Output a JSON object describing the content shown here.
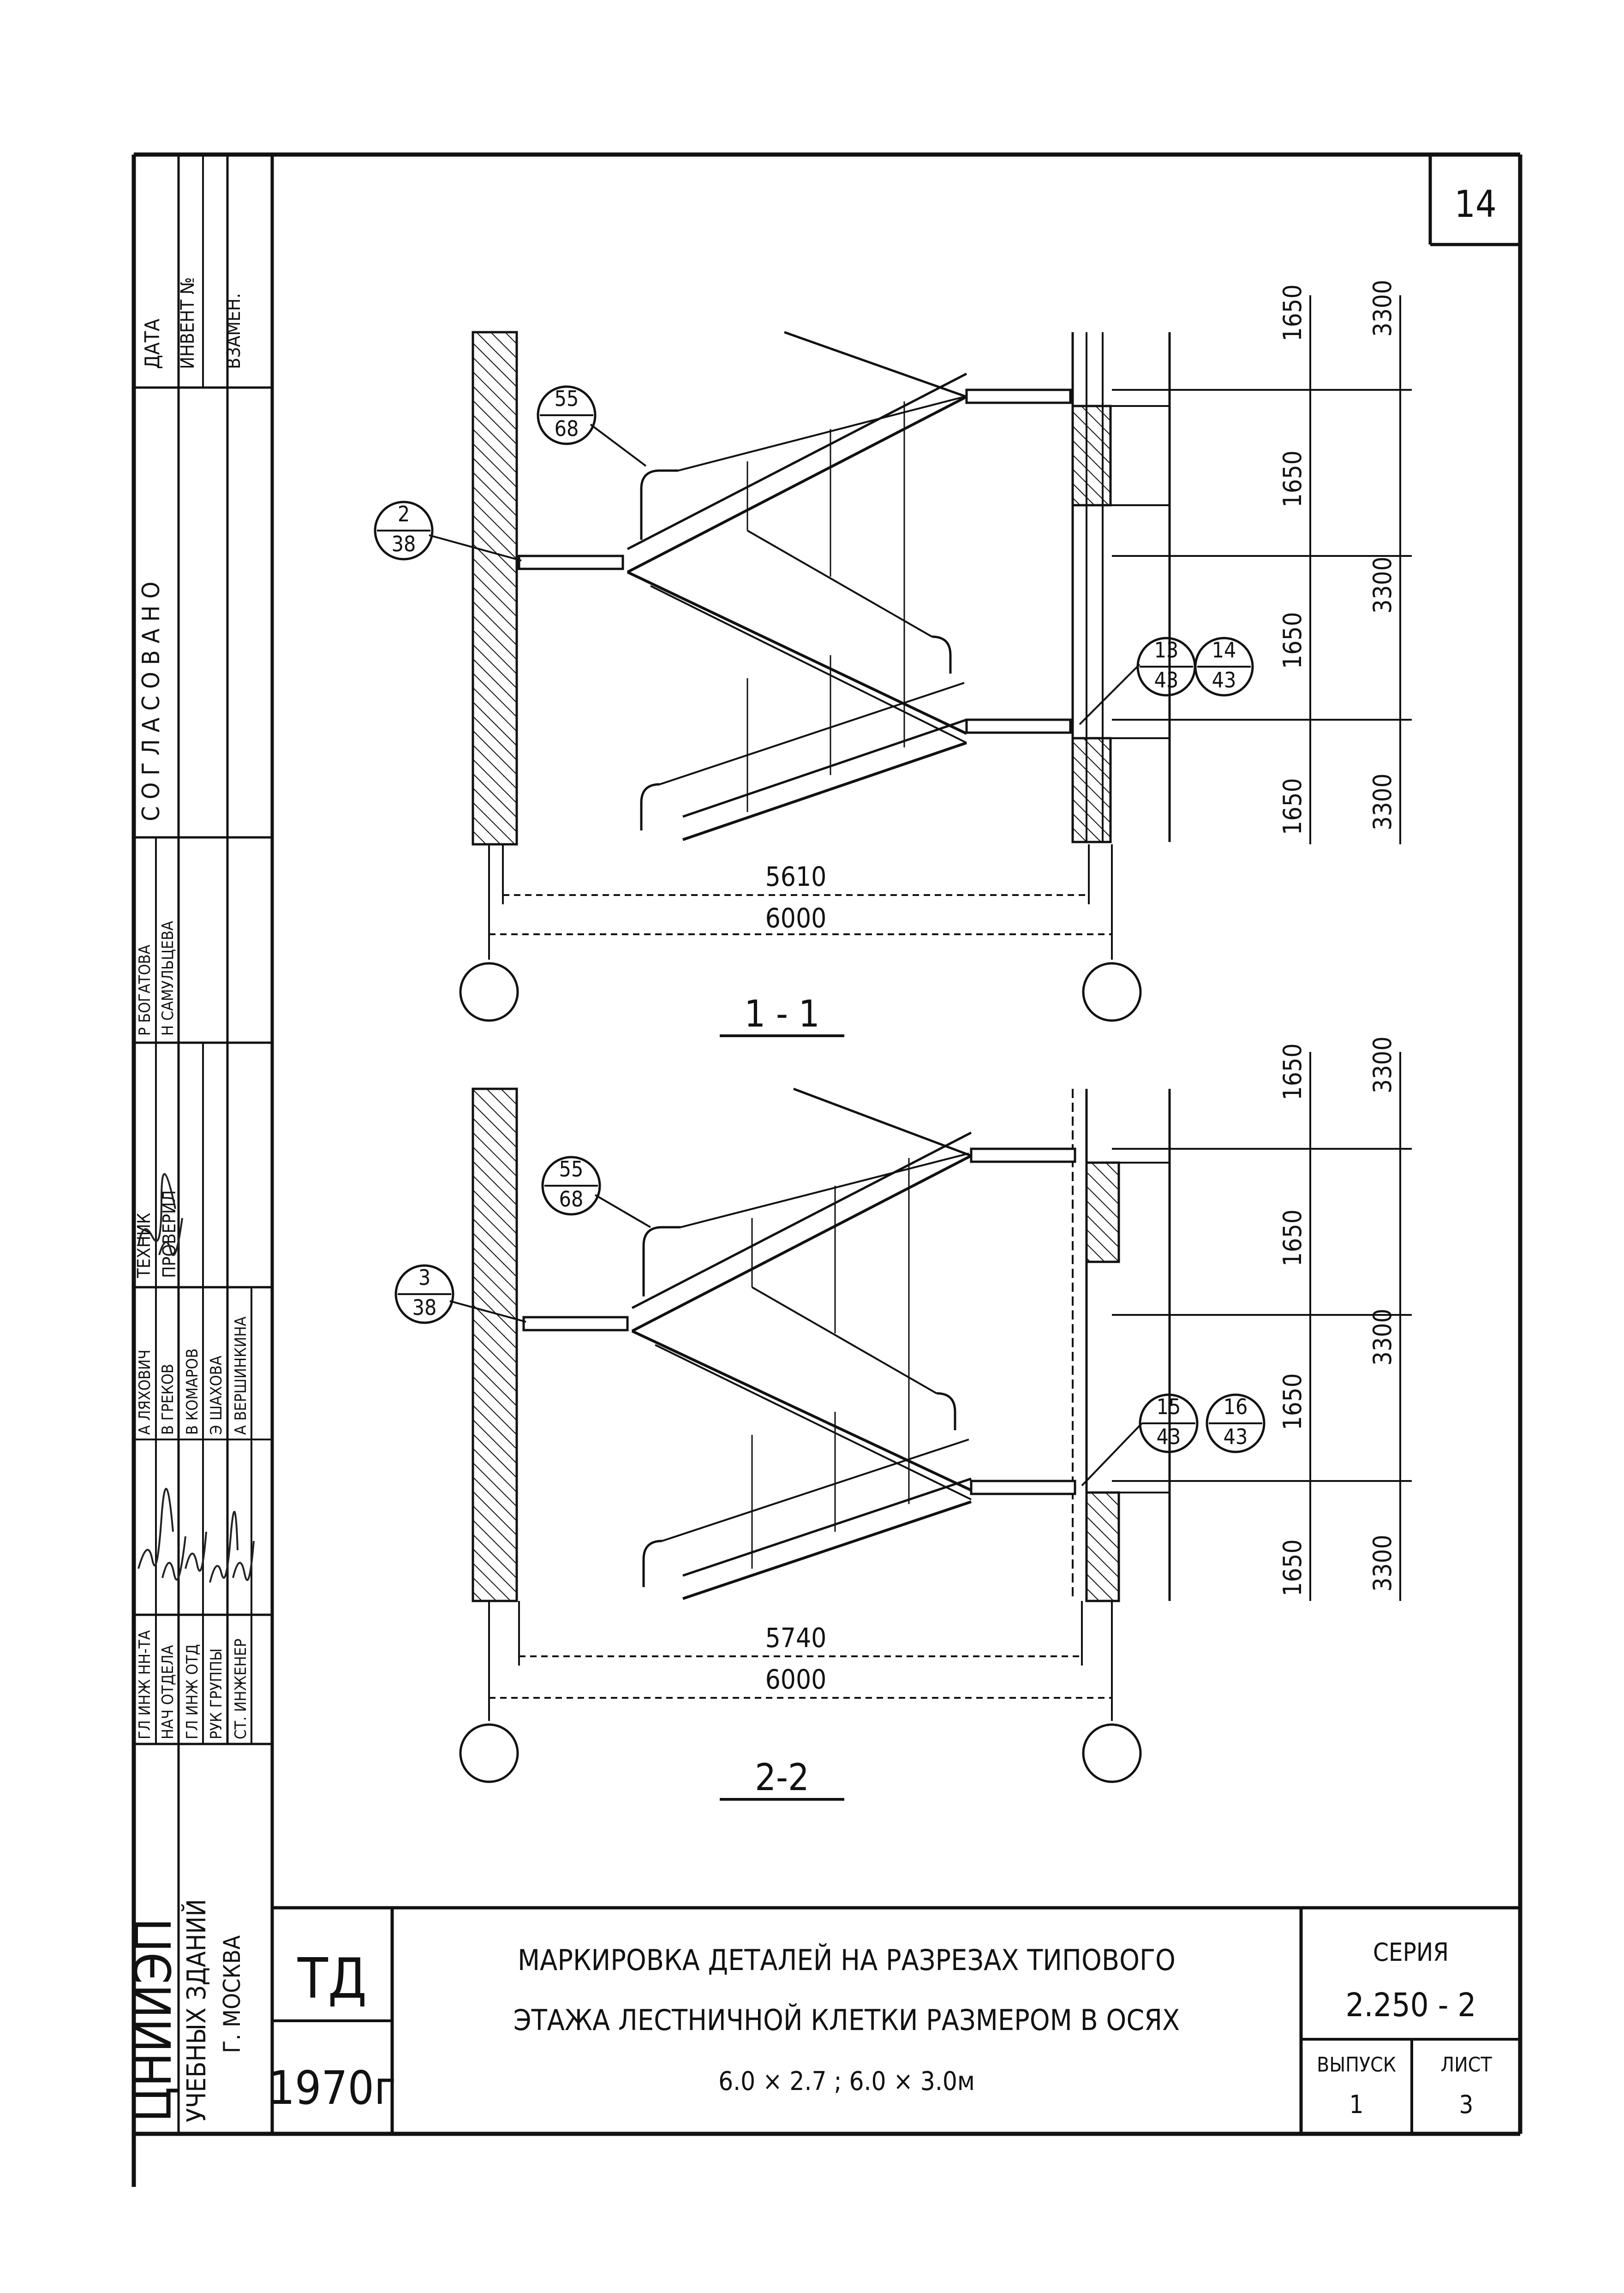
{
  "sheet_number": "14",
  "stamp": {
    "org_line1": "ЦНИИЭП",
    "org_line2": "УЧЕБНЫХ ЗДАНИЙ",
    "org_line3": "Г. МОСКВА",
    "roles": [
      "ГЛ ИНЖ НН-ТА",
      "НАЧ ОТДЕЛА",
      "ГЛ ИНЖ ОТД",
      "РУК ГРУППЫ",
      "СТ. ИНЖЕНЕР"
    ],
    "names": [
      "А ЛЯХОВИЧ",
      "В ГРЕКОВ",
      "В КОМАРОВ",
      "Э ШАХОВА",
      "А ВЕРШИНКИНА"
    ],
    "tech_label": "ТЕХНИК",
    "checked_label": "ПРОВЕРИЛ",
    "tech_names": [
      "Р БОГАТОВА",
      "Н САМУЛЬЦЕВА"
    ],
    "agreed_label": "С О Г Л А С О В А Н О",
    "date_label": "ДАТА",
    "inv_label": "ИНВЕНТ №",
    "replaced_label": "ВЗАМЕН.",
    "td": "ТД",
    "year": "1970г"
  },
  "title": {
    "line1": "МАРКИРОВКА ДЕТАЛЕЙ НА РАЗРЕЗАХ ТИПОВОГО",
    "line2": "ЭТАЖА ЛЕСТНИЧНОЙ КЛЕТКИ РАЗМЕРОМ В ОСЯХ",
    "line3": "6.0 × 2.7 ; 6.0 × 3.0м"
  },
  "series": {
    "label": "СЕРИЯ",
    "value": "2.250 - 2"
  },
  "issue": {
    "label": "ВЫПУСК",
    "value": "1"
  },
  "sheet": {
    "label": "ЛИСТ",
    "value": "3"
  },
  "section1": {
    "label": "1 - 1",
    "inner_width": "5610",
    "axis_width": "6000",
    "callouts": [
      {
        "top": "55",
        "bottom": "68"
      },
      {
        "top": "2",
        "bottom": "38"
      },
      {
        "top": "13",
        "bottom": "43"
      },
      {
        "top": "14",
        "bottom": "43"
      }
    ],
    "heights_small": [
      "1650",
      "1650",
      "1650",
      "1650"
    ],
    "heights_large": [
      "3300",
      "3300",
      "3300"
    ]
  },
  "section2": {
    "label": "2-2",
    "inner_width": "5740",
    "axis_width": "6000",
    "callouts": [
      {
        "top": "55",
        "bottom": "68"
      },
      {
        "top": "3",
        "bottom": "38"
      },
      {
        "top": "15",
        "bottom": "43"
      },
      {
        "top": "16",
        "bottom": "43"
      }
    ],
    "heights_small": [
      "1650",
      "1650",
      "1650",
      "1650"
    ],
    "heights_large": [
      "3300",
      "3300",
      "3300"
    ]
  }
}
